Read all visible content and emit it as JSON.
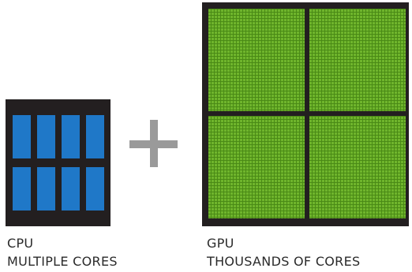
{
  "cpu": {
    "title": "CPU",
    "subtitle": "MULTIPLE CORES",
    "core_color": "#1f78c8",
    "frame_color": "#231f20",
    "core_rows": 2,
    "core_cols": 4
  },
  "gpu": {
    "title": "GPU",
    "subtitle": "THOUSANDS OF CORES",
    "core_color": "#6fb52c",
    "core_shade": "#4a8a16",
    "frame_color": "#231f20",
    "quadrant_rows": 2,
    "quadrant_cols": 2
  },
  "plus_color": "#9a9a9a"
}
